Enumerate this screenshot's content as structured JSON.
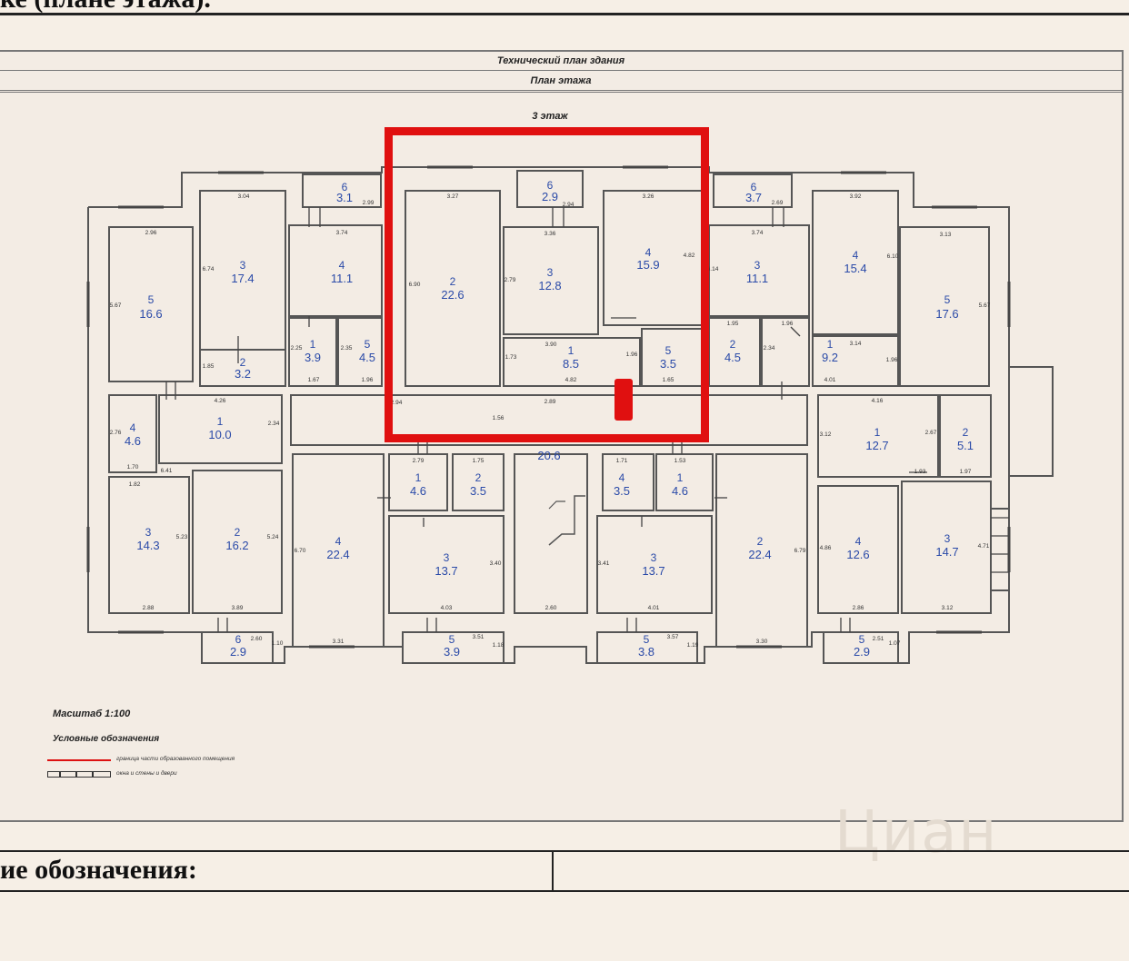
{
  "page": {
    "top_heading": "ке (плане этажа).",
    "bottom_heading": "ие обозначения:",
    "watermark": "Циан"
  },
  "sheet": {
    "header_title": "Технический план здания",
    "header_subtitle": "План этажа",
    "floor": "3 этаж",
    "scale": "Масштаб 1:100",
    "legend_title": "Условные обозначения",
    "legend_items": [
      "граница части образованного помещения",
      "окна и стены и двери"
    ]
  },
  "rooms": [
    {
      "id": "r1",
      "num": "5",
      "area": "16.6"
    },
    {
      "id": "r2",
      "num": "3",
      "area": "17.4"
    },
    {
      "id": "r3",
      "num": "6",
      "area": "3.1"
    },
    {
      "id": "r4",
      "num": "4",
      "area": "11.1"
    },
    {
      "id": "r5",
      "num": "2",
      "area": "22.6"
    },
    {
      "id": "r6",
      "num": "6",
      "area": "2.9"
    },
    {
      "id": "r7",
      "num": "3",
      "area": "12.8"
    },
    {
      "id": "r8",
      "num": "4",
      "area": "15.9"
    },
    {
      "id": "r9",
      "num": "6",
      "area": "3.7"
    },
    {
      "id": "r10",
      "num": "3",
      "area": "11.1"
    },
    {
      "id": "r11",
      "num": "4",
      "area": "15.4"
    },
    {
      "id": "r12",
      "num": "5",
      "area": "17.6"
    },
    {
      "id": "r13",
      "num": "1",
      "area": "3.9"
    },
    {
      "id": "r14",
      "num": "5",
      "area": "4.5"
    },
    {
      "id": "r15",
      "num": "2",
      "area": "3.2"
    },
    {
      "id": "r16",
      "num": "1",
      "area": "8.5"
    },
    {
      "id": "r17",
      "num": "5",
      "area": "3.5"
    },
    {
      "id": "r18",
      "num": "2",
      "area": "4.5"
    },
    {
      "id": "r19",
      "num": "1",
      "area": "9.2"
    },
    {
      "id": "r20",
      "num": "4",
      "area": "4.6"
    },
    {
      "id": "r21",
      "num": "1",
      "area": "10.0"
    },
    {
      "id": "r22",
      "num": "",
      "area": "20.6"
    },
    {
      "id": "r23",
      "num": "1",
      "area": "12.7"
    },
    {
      "id": "r24",
      "num": "2",
      "area": "5.1"
    },
    {
      "id": "r25",
      "num": "1",
      "area": "4.6"
    },
    {
      "id": "r26",
      "num": "2",
      "area": "3.5"
    },
    {
      "id": "r27",
      "num": "4",
      "area": "3.5"
    },
    {
      "id": "r28",
      "num": "1",
      "area": "4.6"
    },
    {
      "id": "r29",
      "num": "3",
      "area": "14.3"
    },
    {
      "id": "r30",
      "num": "2",
      "area": "16.2"
    },
    {
      "id": "r31",
      "num": "4",
      "area": "22.4"
    },
    {
      "id": "r32",
      "num": "3",
      "area": "13.7"
    },
    {
      "id": "r33",
      "num": "3",
      "area": "13.7"
    },
    {
      "id": "r34",
      "num": "2",
      "area": "22.4"
    },
    {
      "id": "r35",
      "num": "4",
      "area": "12.6"
    },
    {
      "id": "r36",
      "num": "3",
      "area": "14.7"
    },
    {
      "id": "r37",
      "num": "6",
      "area": "2.9"
    },
    {
      "id": "r38",
      "num": "5",
      "area": "3.9"
    },
    {
      "id": "r39",
      "num": "5",
      "area": "3.8"
    },
    {
      "id": "r40",
      "num": "5",
      "area": "2.9"
    }
  ],
  "dimensions": [
    "3.04",
    "2.99",
    "3.74",
    "3.27",
    "2.94",
    "3.36",
    "3.26",
    "2.69",
    "3.74",
    "3.92",
    "3.13",
    "2.96",
    "6.74",
    "5.67",
    "6.90",
    "2.79",
    "4.82",
    "6.14",
    "6.10",
    "5.67",
    "1.85",
    "2.25",
    "2.35",
    "1.67",
    "1.96",
    "3.90",
    "4.82",
    "1.73",
    "1.96",
    "1.95",
    "1.65",
    "1.96",
    "2.34",
    "3.14",
    "4.01",
    "1.96",
    "4.26",
    "2.76",
    "1.70",
    "2.34",
    "2.94",
    "2.89",
    "1.56",
    "4.16",
    "3.12",
    "2.67",
    "1.93",
    "1.97",
    "2.79",
    "1.75",
    "1.71",
    "1.53",
    "1.82",
    "6.41",
    "5.23",
    "5.24",
    "6.70",
    "3.40",
    "3.41",
    "6.79",
    "4.86",
    "4.71",
    "2.88",
    "3.89",
    "4.03",
    "2.60",
    "4.01",
    "2.86",
    "3.12",
    "3.31",
    "3.30",
    "2.60",
    "1.10",
    "3.51",
    "1.18",
    "3.57",
    "1.19",
    "2.51",
    "1.07"
  ]
}
